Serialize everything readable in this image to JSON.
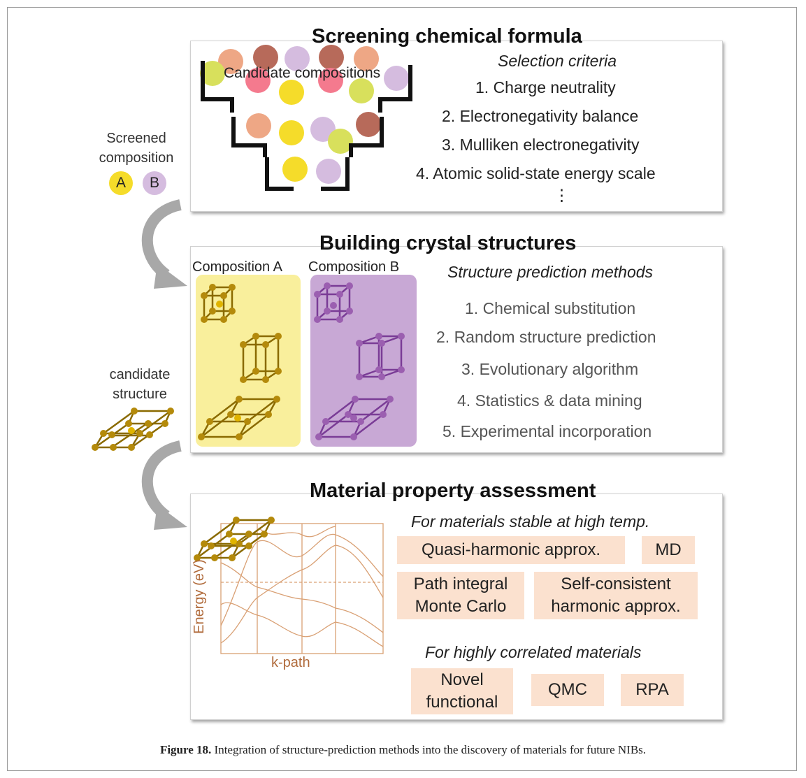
{
  "panel1": {
    "title": "Screening chemical formula",
    "funnel_label": "Candidate compositions",
    "criteria_heading": "Selection criteria",
    "criteria": [
      "1. Charge neutrality",
      "2. Electronegativity balance",
      "3. Mulliken electronegativity",
      "4. Atomic solid-state energy scale"
    ],
    "ellipsis": "⋮"
  },
  "side1": {
    "line1": "Screened",
    "line2": "composition",
    "badge_a": "A",
    "badge_b": "B"
  },
  "panel2": {
    "title": "Building crystal structures",
    "comp_a": "Composition A",
    "comp_b": "Composition B",
    "methods_heading": "Structure prediction methods",
    "methods": [
      "1. Chemical substitution",
      "2. Random structure prediction",
      "3. Evolutionary algorithm",
      "4. Statistics & data mining",
      "5. Experimental incorporation"
    ]
  },
  "side2": {
    "line1": "candidate",
    "line2": "structure"
  },
  "panel3": {
    "title": "Material property assessment",
    "ylabel": "Energy (eV)",
    "xlabel": "k-path",
    "high_temp_heading": "For materials stable at high temp.",
    "high_temp_tags": [
      "Quasi-harmonic approx.",
      "MD",
      "Path integral\nMonte Carlo",
      "Self-consistent\nharmonic approx."
    ],
    "correlated_heading": "For highly correlated materials",
    "correlated_tags": [
      "Novel\nfunctional",
      "QMC",
      "RPA"
    ]
  },
  "caption": {
    "label": "Figure 18.",
    "text": " Integration of structure-prediction methods into the discovery of materials for future NIBs."
  },
  "colors": {
    "yellow": "#f5dc2a",
    "purple": "#d5bcdf",
    "salmon": "#eea785",
    "brown": "#b76a5a",
    "pink": "#f47a8e",
    "lime": "#d8e05c",
    "gold": "#b48a0b",
    "violet": "#9b5fb0",
    "tag_bg": "#fbe1cf",
    "band": "#d9a074",
    "arrow": "#a8a8a8"
  }
}
